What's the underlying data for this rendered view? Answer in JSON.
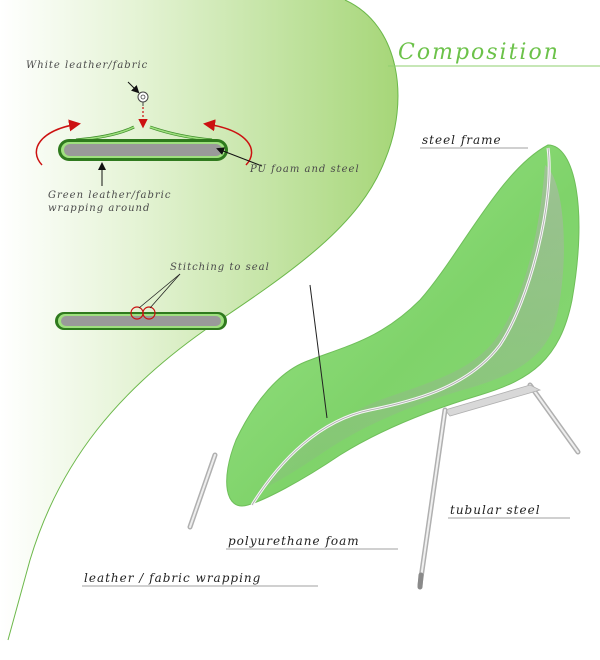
{
  "title": "Composition",
  "colors": {
    "accent": "#7cc85a",
    "panel_light": "#ffffff",
    "panel_dark": "#a8d87a",
    "arrow_red": "#cc1111",
    "cushion_grey": "#9a9a9a",
    "chair_green": "#8ee07a"
  },
  "inset_labels": {
    "white_leather": "White leather/fabric",
    "pu_foam_steel": "PU foam and steel",
    "green_leather_line1": "Green leather/fabric",
    "green_leather_line2": "wrapping around",
    "stitching": "Stitching to seal"
  },
  "chair_labels": {
    "steel_frame": "steel frame",
    "tubular_steel": "tubular steel",
    "polyurethane_foam": "polyurethane foam",
    "wrapping": "leather / fabric wrapping"
  }
}
